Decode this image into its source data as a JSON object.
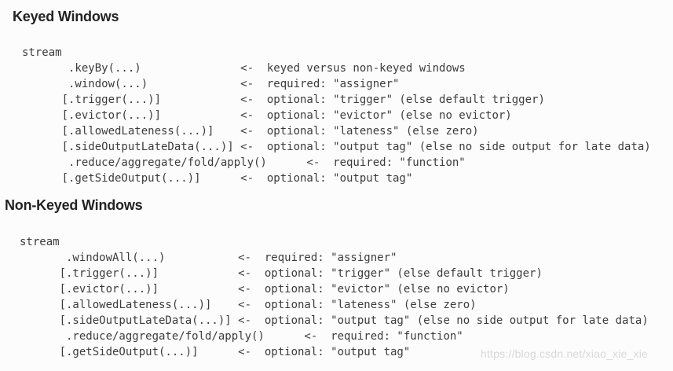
{
  "colors": {
    "background": "#fcfcfc",
    "heading_text": "#232323",
    "code_text": "#3c3c3c",
    "watermark_text": "#d8d8d8"
  },
  "sections": [
    {
      "id": "keyed",
      "title": "Keyed Windows",
      "lines": [
        "stream",
        "       .keyBy(...)               <-  keyed versus non-keyed windows",
        "       .window(...)              <-  required: \"assigner\"",
        "      [.trigger(...)]            <-  optional: \"trigger\" (else default trigger)",
        "      [.evictor(...)]            <-  optional: \"evictor\" (else no evictor)",
        "      [.allowedLateness(...)]    <-  optional: \"lateness\" (else zero)",
        "      [.sideOutputLateData(...)] <-  optional: \"output tag\" (else no side output for late data)",
        "       .reduce/aggregate/fold/apply()      <-  required: \"function\"",
        "      [.getSideOutput(...)]      <-  optional: \"output tag\""
      ]
    },
    {
      "id": "non-keyed",
      "title": "Non-Keyed Windows",
      "lines": [
        "stream",
        "       .windowAll(...)           <-  required: \"assigner\"",
        "      [.trigger(...)]            <-  optional: \"trigger\" (else default trigger)",
        "      [.evictor(...)]            <-  optional: \"evictor\" (else no evictor)",
        "      [.allowedLateness(...)]    <-  optional: \"lateness\" (else zero)",
        "      [.sideOutputLateData(...)] <-  optional: \"output tag\" (else no side output for late data)",
        "       .reduce/aggregate/fold/apply()      <-  required: \"function\"",
        "      [.getSideOutput(...)]      <-  optional: \"output tag\""
      ]
    }
  ],
  "watermark": {
    "text": "https://blog.csdn.net/xiao_xie_xie"
  }
}
